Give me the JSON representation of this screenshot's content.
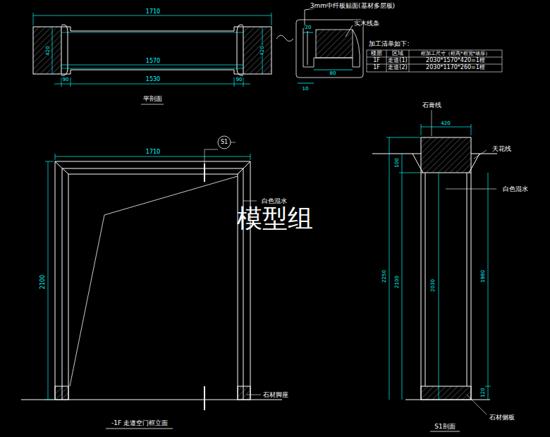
{
  "diagram": {
    "labels": [
      "1710",
      "1570",
      "90",
      "1530",
      "90",
      "420",
      "420",
      "平剖面",
      "3mm中纤板贴面(基材多层板)",
      "实木线条",
      "20",
      "80",
      "10",
      "加工清单如下:",
      "楼层",
      "区域",
      "框加工尺寸（框高*框宽*墙厚）",
      "1F",
      "走道(1)",
      "2030*1570*420=1樘",
      "1F",
      "走道(2)",
      "2030*1170*260=1樘",
      "1710",
      "2100",
      "S1",
      "白色混水",
      "模型组",
      "石材脚座",
      "-1F 走道空门框立面",
      "石膏线",
      "420",
      "天花线",
      "白色混水",
      "100",
      "2250",
      "2100",
      "2030",
      "1980",
      "120",
      "石材侧板",
      "S1剖面"
    ]
  }
}
